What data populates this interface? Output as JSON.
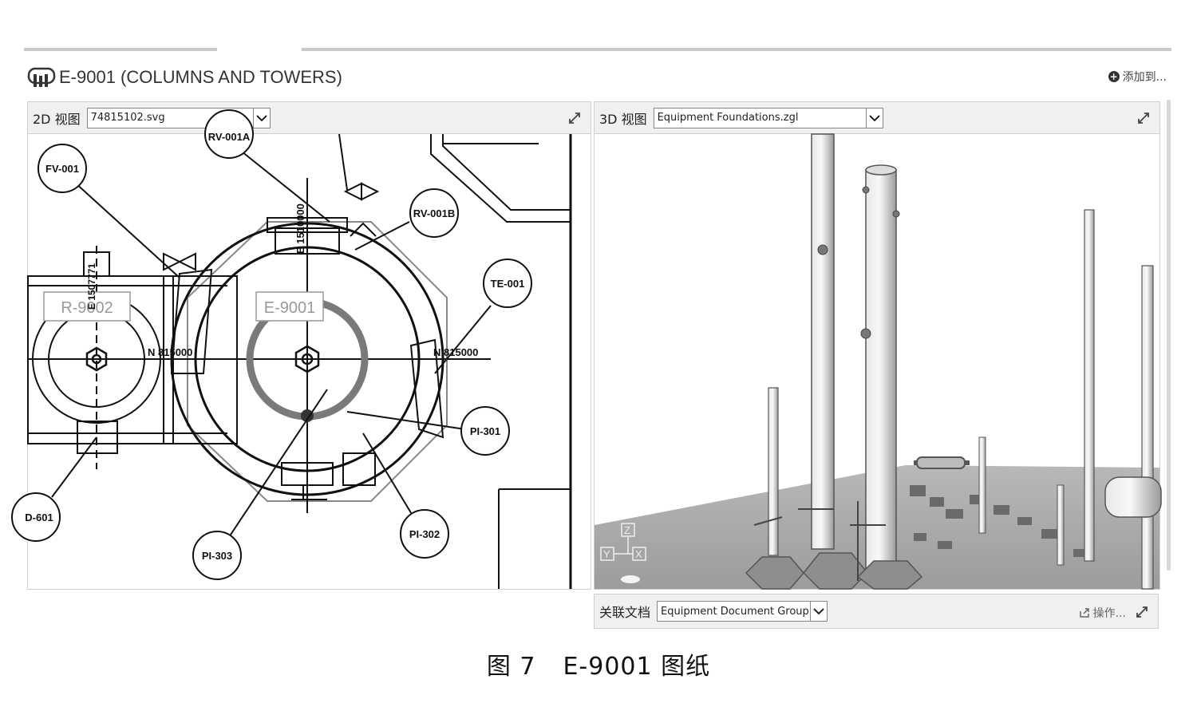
{
  "window": {
    "title": "E-9001 (COLUMNS AND TOWERS)",
    "icon": "equipment-icon",
    "add_to_label": "添加到..."
  },
  "view2d": {
    "label": "2D 视图",
    "file": "74815102.svg",
    "tags": {
      "fv001": "FV-001",
      "rv001a": "RV-001A",
      "rv001b": "RV-001B",
      "te001": "TE-001",
      "pi301": "PI-301",
      "pi302": "PI-302",
      "pi303": "PI-303",
      "d601": "D-601"
    },
    "vessel_left": "R-9002",
    "vessel_main": "E-9001",
    "dim_n_left": "N 815000",
    "dim_n_right": "N 815000",
    "dim_e": "E 1510000",
    "dim_e_left": "E 1507771"
  },
  "view3d": {
    "label": "3D 视图",
    "file": "Equipment Foundations.zgl",
    "axes": {
      "z": "Z",
      "y": "Y",
      "x": "X"
    }
  },
  "docs": {
    "label": "关联文档",
    "group": "Equipment Document Group",
    "ops_label": "操作..."
  },
  "caption": {
    "figure": "图 7",
    "title": "E-9001 图纸"
  }
}
